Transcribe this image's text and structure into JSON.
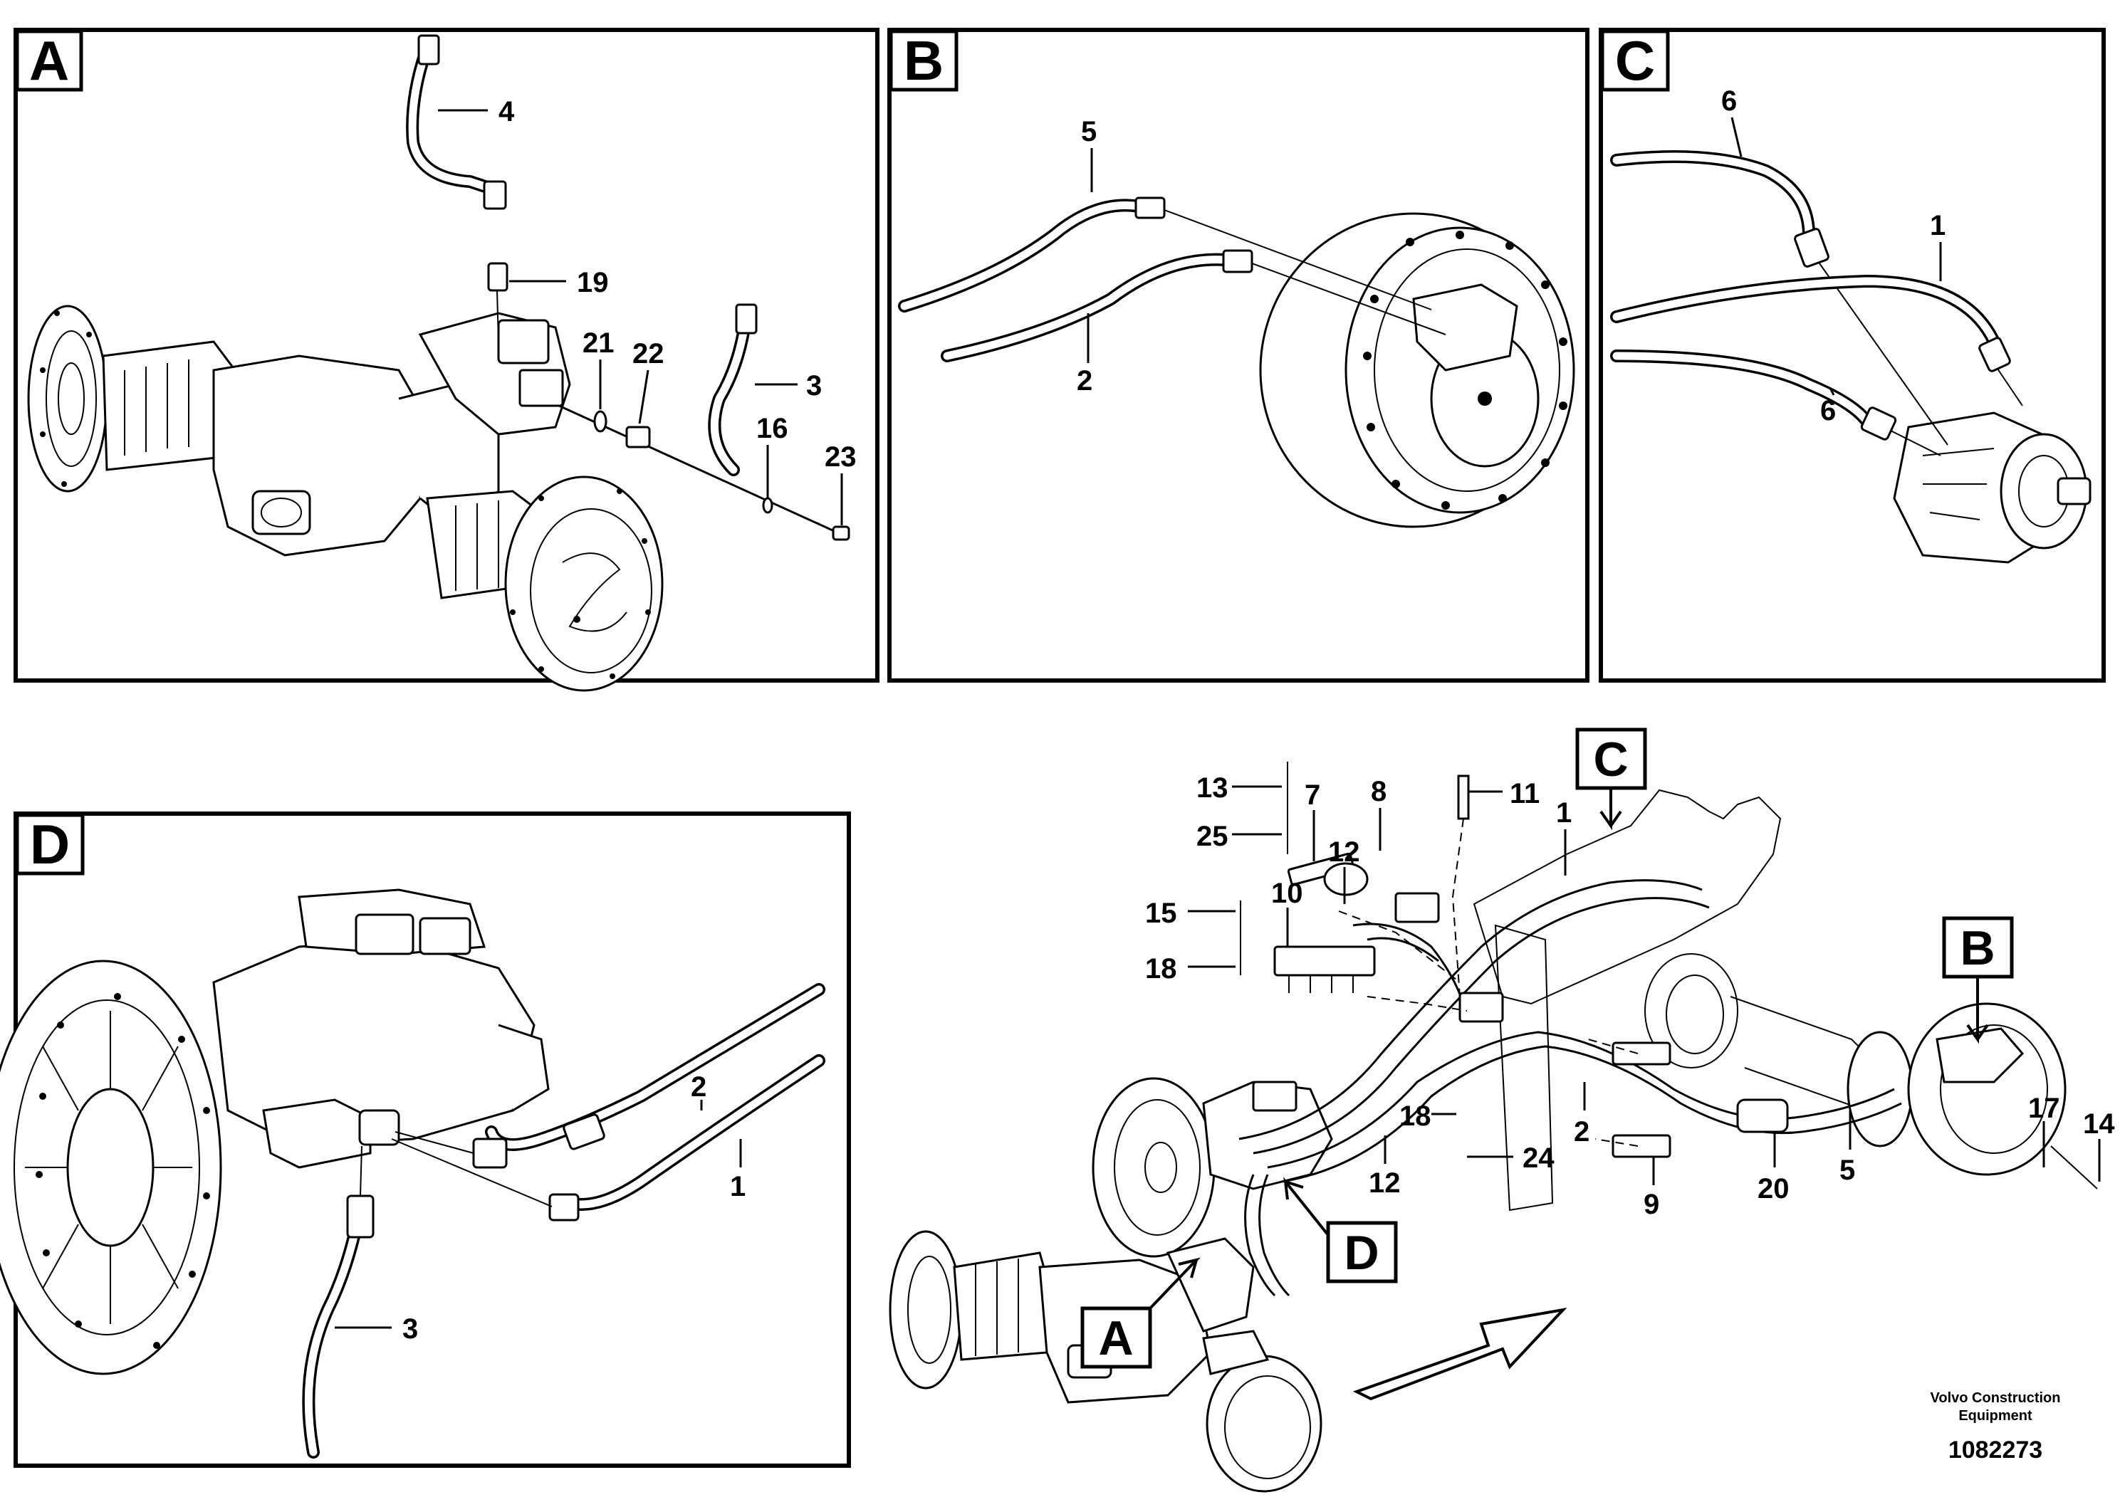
{
  "panels": {
    "a": {
      "label": "A",
      "callouts": {
        "c4": "4",
        "c19": "19",
        "c21": "21",
        "c22": "22",
        "c3": "3",
        "c16": "16",
        "c23": "23"
      }
    },
    "b": {
      "label": "B",
      "callouts": {
        "c5": "5",
        "c2": "2"
      }
    },
    "c": {
      "label": "C",
      "callouts": {
        "c6a": "6",
        "c1": "1",
        "c6b": "6"
      }
    },
    "d": {
      "label": "D",
      "callouts": {
        "c2": "2",
        "c1": "1",
        "c3": "3"
      }
    }
  },
  "overview": {
    "tags": {
      "a": "A",
      "b": "B",
      "c": "C",
      "d": "D"
    },
    "callouts": {
      "c13": "13",
      "c7": "7",
      "c8": "8",
      "c11": "11",
      "c1": "1",
      "c25": "25",
      "c12a": "12",
      "c10": "10",
      "c15": "15",
      "c18a": "18",
      "c18b": "18",
      "c24": "24",
      "c12b": "12",
      "c2": "2",
      "c9": "9",
      "c20": "20",
      "c5": "5",
      "c17": "17",
      "c14": "14"
    }
  },
  "footer": {
    "maker_line1": "Volvo Construction",
    "maker_line2": "Equipment",
    "drawing_number": "1082273"
  }
}
